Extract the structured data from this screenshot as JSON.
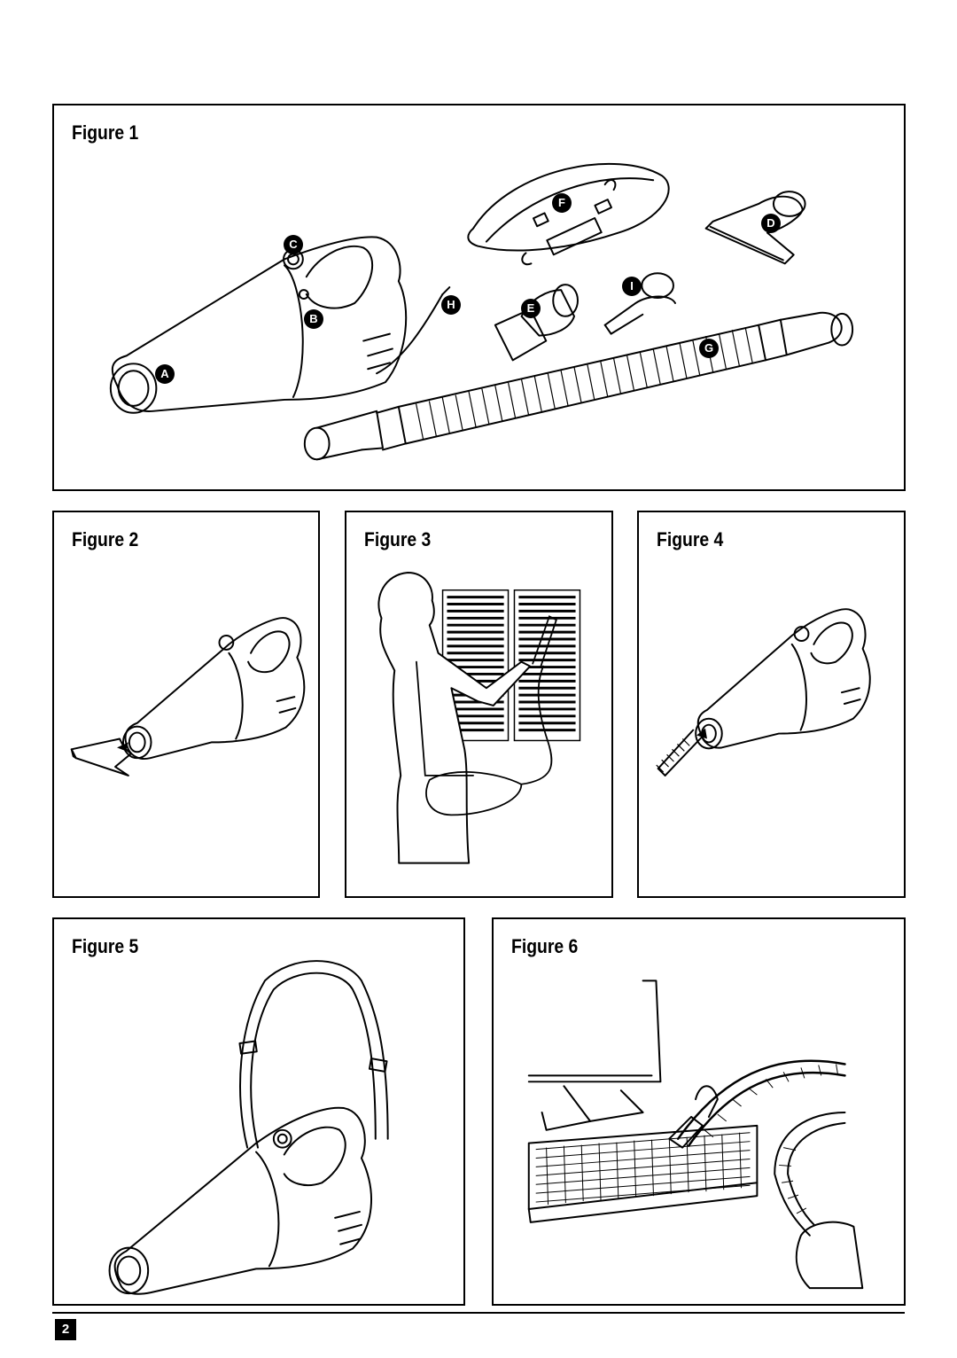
{
  "figures": {
    "fig1": {
      "caption": "Figure 1"
    },
    "fig2": {
      "caption": "Figure 2"
    },
    "fig3": {
      "caption": "Figure 3"
    },
    "fig4": {
      "caption": "Figure 4"
    },
    "fig5": {
      "caption": "Figure 5"
    },
    "fig6": {
      "caption": "Figure 6"
    }
  },
  "callouts": {
    "a": "A",
    "b": "B",
    "c": "C",
    "d": "D",
    "e": "E",
    "f": "F",
    "g": "G",
    "h": "H",
    "i": "I"
  },
  "footer": {
    "page_number": "2"
  }
}
